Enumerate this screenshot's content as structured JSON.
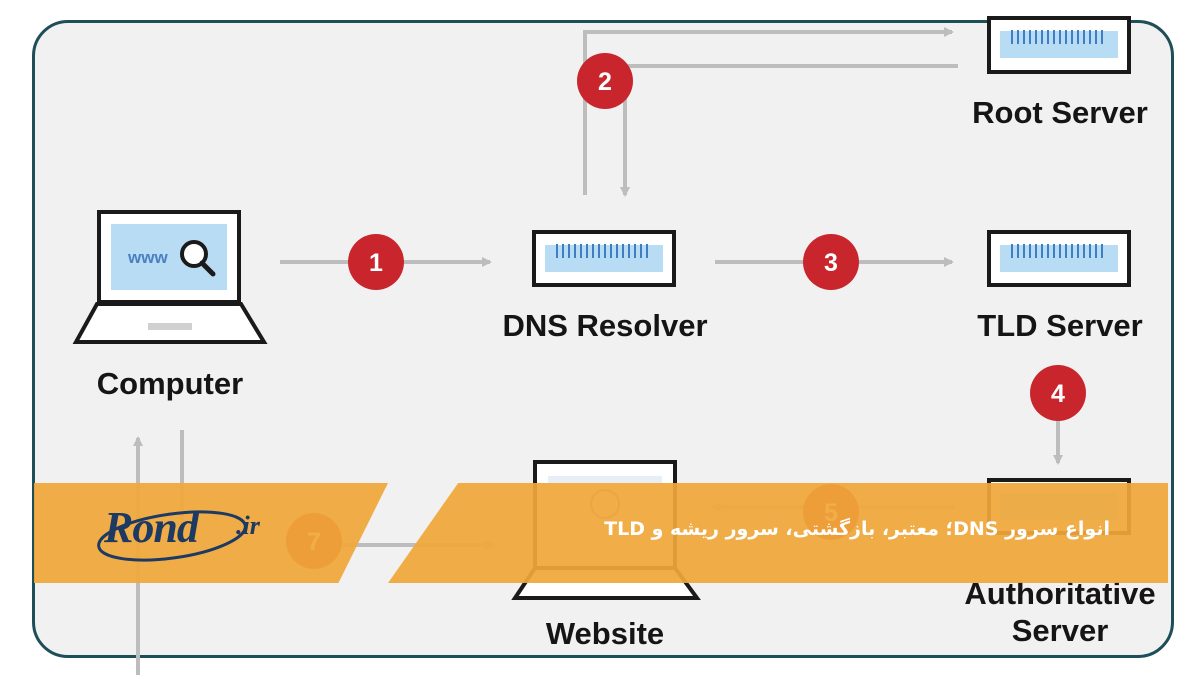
{
  "diagram": {
    "nodes": {
      "computer": "Computer",
      "dns_resolver": "DNS Resolver",
      "root_server": "Root Server",
      "tld_server": "TLD Server",
      "authoritative_server": "Authoritative\nServer",
      "website": "Website"
    },
    "screen_text": "www",
    "steps": [
      "1",
      "2",
      "3",
      "4",
      "5",
      "7"
    ],
    "colors": {
      "step_badge": "#c8262c",
      "arrow": "#bdbdbd",
      "server_screen": "#b9dcf5",
      "frame_border": "#1e4e57",
      "banner": "#f0a83a"
    }
  },
  "banner": {
    "logo": "Rond",
    "logo_suffix": ".ir",
    "caption": "انواع سرور DNS؛ معتبر، بازگشتی، سرور ریشه و TLD"
  }
}
